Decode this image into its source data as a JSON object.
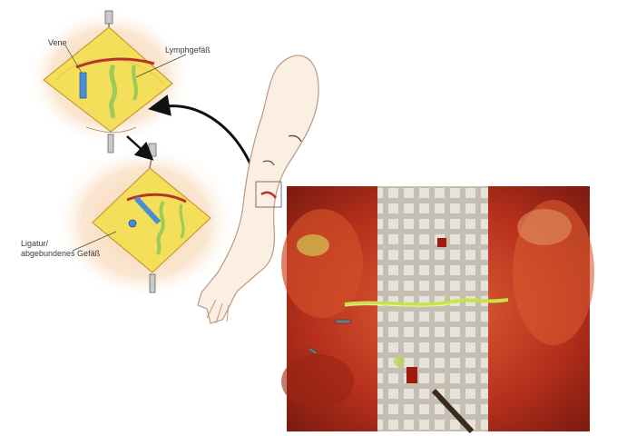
{
  "labels": {
    "vene": "Vene",
    "lymphgefaess": "Lymphgefäß",
    "ligatur_line1": "Ligatur/",
    "ligatur_line2": "abgebundenes Gefäß"
  },
  "colors": {
    "skin_glow": "#f4c99a",
    "incision_fill": "#f3df5a",
    "vein_blue": "#4a8fd6",
    "lymph_green": "#9ccb5a",
    "artery_red": "#b9332a",
    "arm_skin": "#fbeee2",
    "grid_plate": "#b8ada0",
    "tissue_red": "#c23a1f",
    "lymph_fluorescent": "#c8e24a"
  },
  "icons": {
    "arrow_to_arm": "curved-arrow-icon",
    "arrow_down": "down-arrow-icon",
    "clamp": "clamp-icon"
  }
}
